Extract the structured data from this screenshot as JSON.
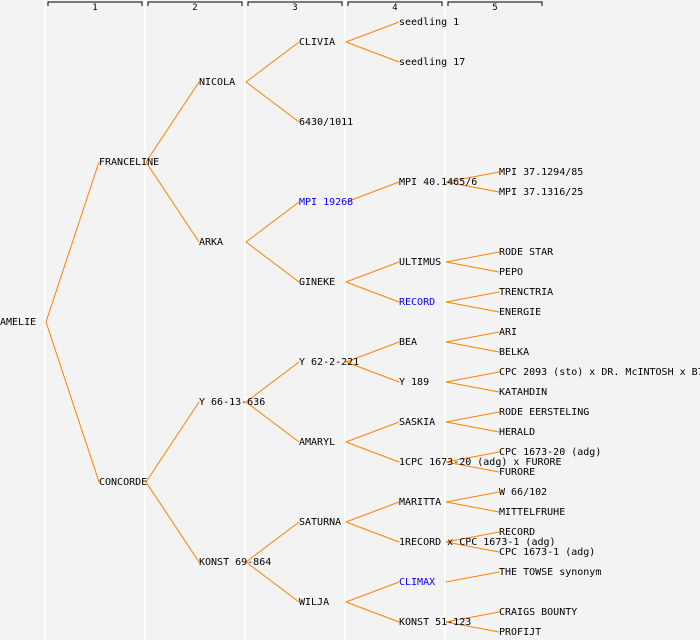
{
  "columns": [
    "1",
    "2",
    "3",
    "4",
    "5"
  ],
  "colors": {
    "edge": "#ff8000",
    "link": "#0000ff",
    "text": "#000000",
    "background": "#f3f3f3"
  },
  "tree": {
    "name": "AMELIE",
    "parents": [
      {
        "name": "FRANCELINE",
        "parents": [
          {
            "name": "NICOLA",
            "parents": [
              {
                "name": "CLIVIA",
                "parents": [
                  {
                    "name": "seedling 1"
                  },
                  {
                    "name": "seedling 17"
                  }
                ]
              },
              {
                "name": "6430/1011"
              }
            ]
          },
          {
            "name": "ARKA",
            "parents": [
              {
                "name": "MPI 19268",
                "link": true,
                "parents": [
                  {
                    "name": "MPI 40.1465/6",
                    "parents": [
                      {
                        "name": "MPI 37.1294/85"
                      },
                      {
                        "name": "MPI 37.1316/25"
                      }
                    ]
                  }
                ]
              },
              {
                "name": "GINEKE",
                "parents": [
                  {
                    "name": "ULTIMUS",
                    "parents": [
                      {
                        "name": "RODE STAR"
                      },
                      {
                        "name": "PEPO"
                      }
                    ]
                  },
                  {
                    "name": "RECORD",
                    "link": true,
                    "parents": [
                      {
                        "name": "TRENCTRIA"
                      },
                      {
                        "name": "ENERGIE"
                      }
                    ]
                  }
                ]
              }
            ]
          }
        ]
      },
      {
        "name": "CONCORDE",
        "parents": [
          {
            "name": "Y 66-13-636",
            "parents": [
              {
                "name": "Y 62-2-221",
                "parents": [
                  {
                    "name": "BEA",
                    "parents": [
                      {
                        "name": "ARI"
                      },
                      {
                        "name": "BELKA"
                      }
                    ]
                  },
                  {
                    "name": "Y 189",
                    "parents": [
                      {
                        "name": "CPC 2093 (sto) x DR. McINTOSH x B7"
                      },
                      {
                        "name": "KATAHDIN"
                      }
                    ]
                  }
                ]
              },
              {
                "name": "AMARYL",
                "parents": [
                  {
                    "name": "SASKIA",
                    "parents": [
                      {
                        "name": "RODE EERSTELING"
                      },
                      {
                        "name": "HERALD"
                      }
                    ]
                  },
                  {
                    "name": "1CPC 1673-20 (adg) x FURORE",
                    "parents": [
                      {
                        "name": "CPC 1673-20 (adg)"
                      },
                      {
                        "name": "FURORE"
                      }
                    ]
                  }
                ]
              }
            ]
          },
          {
            "name": "KONST 69-864",
            "parents": [
              {
                "name": "SATURNA",
                "parents": [
                  {
                    "name": "MARITTA",
                    "parents": [
                      {
                        "name": "W 66/102"
                      },
                      {
                        "name": "MITTELFRUHE"
                      }
                    ]
                  },
                  {
                    "name": "1RECORD x CPC 1673-1 (adg)",
                    "parents": [
                      {
                        "name": "RECORD"
                      },
                      {
                        "name": "CPC 1673-1 (adg)"
                      }
                    ]
                  }
                ]
              },
              {
                "name": "WILJA",
                "parents": [
                  {
                    "name": "CLIMAX",
                    "link": true,
                    "parents": [
                      {
                        "name": "THE TOWSE synonym"
                      }
                    ]
                  },
                  {
                    "name": "KONST 51-123",
                    "parents": [
                      {
                        "name": "CRAIGS BOUNTY"
                      },
                      {
                        "name": "PROFIJT"
                      }
                    ]
                  }
                ]
              }
            ]
          }
        ]
      }
    ]
  }
}
